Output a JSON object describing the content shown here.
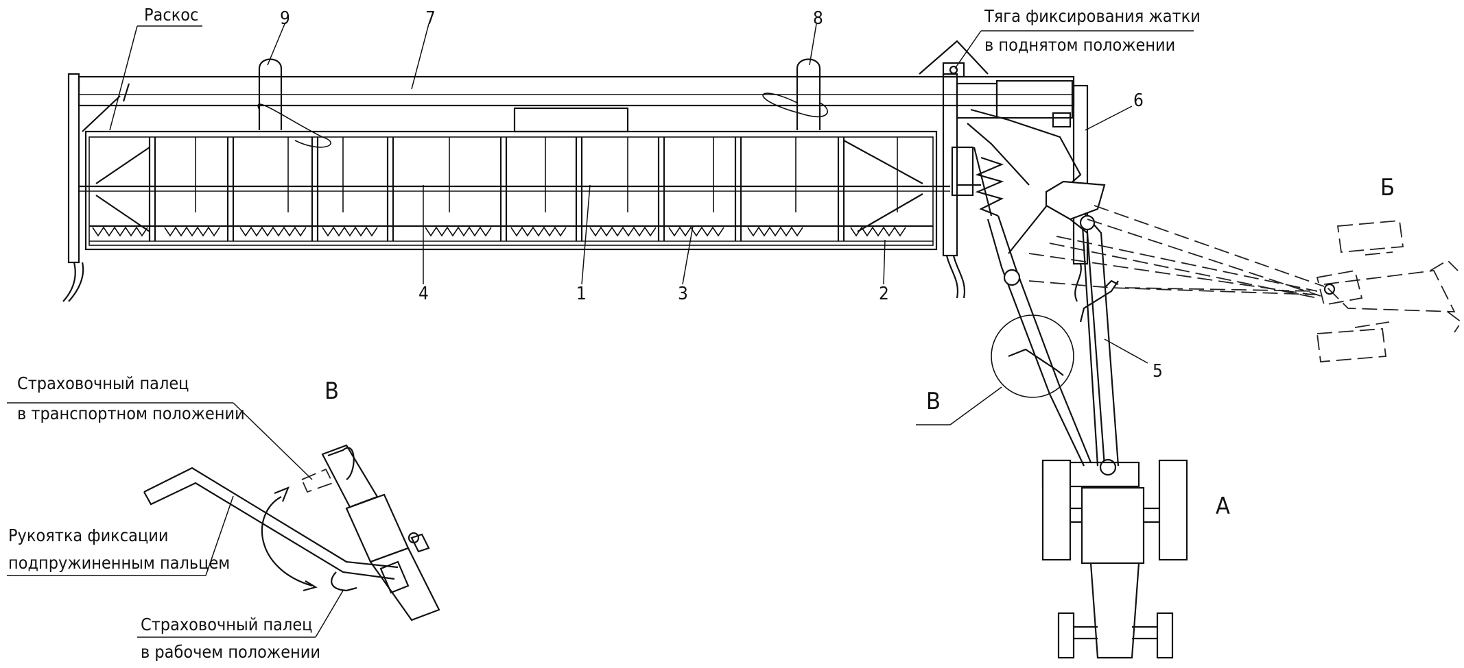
{
  "labels": {
    "raskos": "Раскос",
    "tyaga_line1": "Тяга фиксирования жатки",
    "tyaga_line2": "в поднятом положении",
    "finger_transport_line1": "Страховочный палец",
    "finger_transport_line2": "в транспортном положении",
    "handle_line1": "Рукоятка фиксации",
    "handle_line2": "подпружиненным пальцем",
    "finger_work_line1": "Страховочный палец",
    "finger_work_line2": "в рабочем положении"
  },
  "views": {
    "A": "А",
    "B": "Б",
    "V_detail": "В",
    "V_callout": "В"
  },
  "positions": {
    "p1": "1",
    "p2": "2",
    "p3": "3",
    "p4": "4",
    "p5": "5",
    "p6": "6",
    "p7": "7",
    "p8": "8",
    "p9": "9"
  }
}
